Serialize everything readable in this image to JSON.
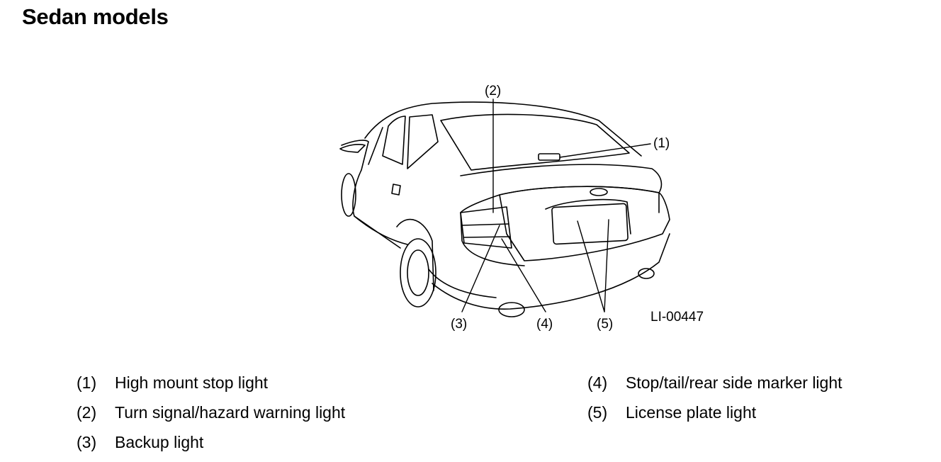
{
  "title": "Sedan models",
  "figure": {
    "id": "LI-00447",
    "callouts": [
      "(1)",
      "(2)",
      "(3)",
      "(4)",
      "(5)"
    ]
  },
  "legend": {
    "left": [
      {
        "num": "(1)",
        "label": "High mount stop light"
      },
      {
        "num": "(2)",
        "label": "Turn signal/hazard warning light"
      },
      {
        "num": "(3)",
        "label": "Backup light"
      }
    ],
    "right": [
      {
        "num": "(4)",
        "label": "Stop/tail/rear side marker light"
      },
      {
        "num": "(5)",
        "label": "License plate light"
      }
    ]
  },
  "colors": {
    "ink": "#000000",
    "background": "#ffffff"
  }
}
